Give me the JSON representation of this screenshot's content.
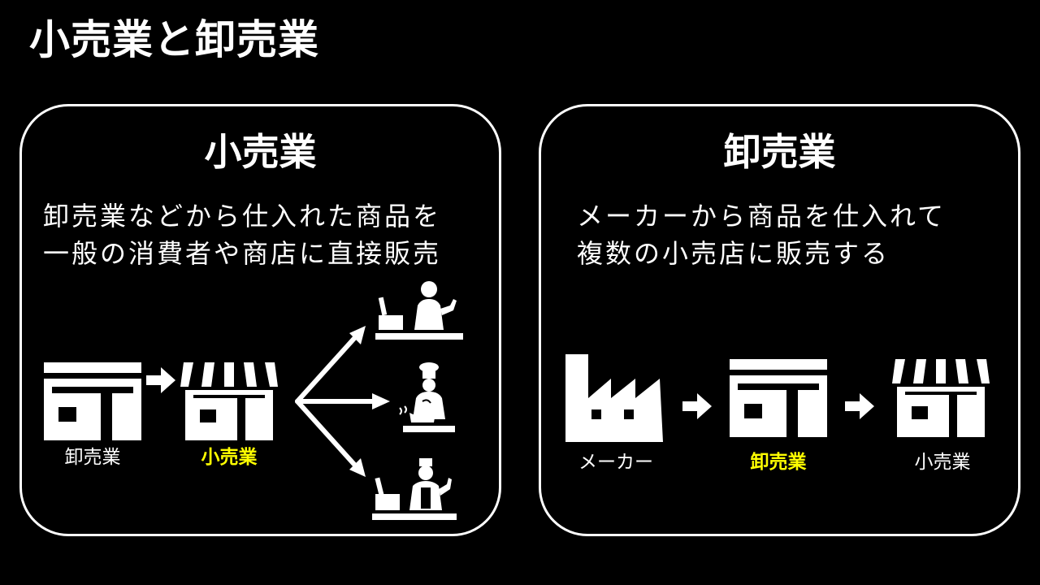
{
  "title": "小売業と卸売業",
  "retail": {
    "heading": "小売業",
    "desc_line1": "卸売業などから仕入れた商品を",
    "desc_line2": "一般の消費者や商店に直接販売",
    "label_from": "卸売業",
    "label_self": "小売業"
  },
  "wholesale": {
    "heading": "卸売業",
    "desc_line1": "メーカーから商品を仕入れて",
    "desc_line2": "複数の小売店に販売する",
    "label_maker": "メーカー",
    "label_self": "卸売業",
    "label_to": "小売業"
  },
  "colors": {
    "background": "#000000",
    "foreground": "#ffffff",
    "highlight": "#ffff00"
  },
  "icons": [
    "wholesale-store-icon",
    "retail-shop-icon",
    "factory-icon",
    "arrow-icon",
    "clerk-at-register-icon",
    "chef-icon",
    "vendor-at-counter-icon"
  ]
}
